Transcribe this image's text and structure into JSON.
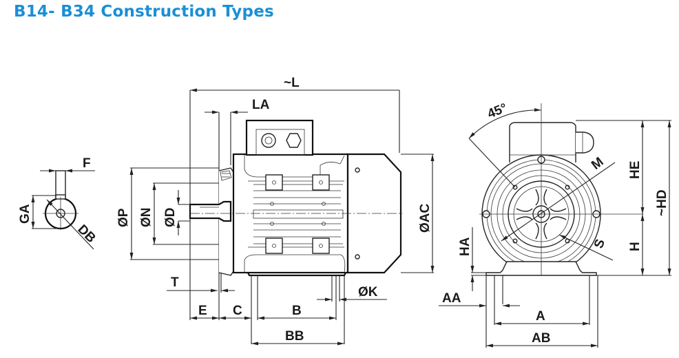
{
  "title": "B14- B34 Construction Types",
  "accent_color": "#1a8fd6",
  "shaft_end_view": {
    "labels": {
      "F": "F",
      "GA": "GA",
      "DB": "DB"
    }
  },
  "side_view": {
    "labels": {
      "L": "~L",
      "LA": "LA",
      "P": "ØP",
      "N": "ØN",
      "D": "ØD",
      "AC": "ØAC",
      "T": "T",
      "E": "E",
      "C": "C",
      "B": "B",
      "BB": "BB",
      "K": "ØK"
    }
  },
  "front_view": {
    "labels": {
      "angle": "45°",
      "M": "M",
      "S": "S",
      "HE": "HE",
      "HD": "~HD",
      "H": "H",
      "HA": "HA",
      "AA": "AA",
      "A": "A",
      "AB": "AB"
    }
  }
}
